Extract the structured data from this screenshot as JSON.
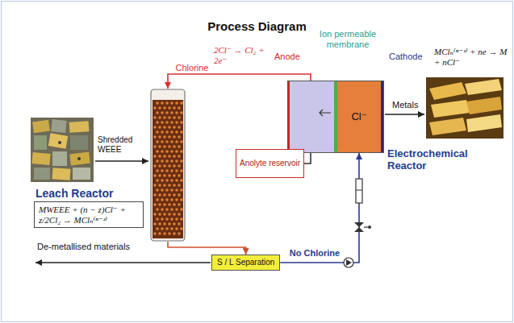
{
  "diagram": {
    "title": "Process Diagram",
    "nodes": [
      {
        "text": [
          "Leach Reactor"
        ]
      },
      {
        "text": [
          "MWEEE + (n − z)Cl⁻ + z/2Cl₂ → MClₙ⁽ⁿ⁻ᶻ⁾"
        ]
      },
      {
        "text": [
          "Electrochemical Reactor"
        ]
      },
      {
        "text": [
          "Cl⁻"
        ],
        "in": 2
      },
      {
        "text": [
          "Anolyte reservoir"
        ]
      },
      {
        "text": [
          "S / L Separation"
        ]
      }
    ],
    "edges": [
      {
        "from": 2,
        "to": 0,
        "arrow": "to",
        "label": "Chlorine"
      },
      {
        "from": 4,
        "to": 2,
        "arrow": "none"
      },
      {
        "from": 0,
        "to": 5,
        "arrow": "to"
      },
      {
        "from": 5,
        "to": 2,
        "arrow": "to",
        "label": "No Chlorine"
      }
    ],
    "labels": [
      "Shredded WEEE",
      "2Cl⁻ → Cl₂ + 2e⁻",
      "Anode",
      "Ion permeable membrane",
      "Cathode",
      "MClₙ⁽ⁿ⁻ᶻ⁾ + ne → M + nCl⁻",
      "Metals",
      "De-metallised materials"
    ]
  }
}
